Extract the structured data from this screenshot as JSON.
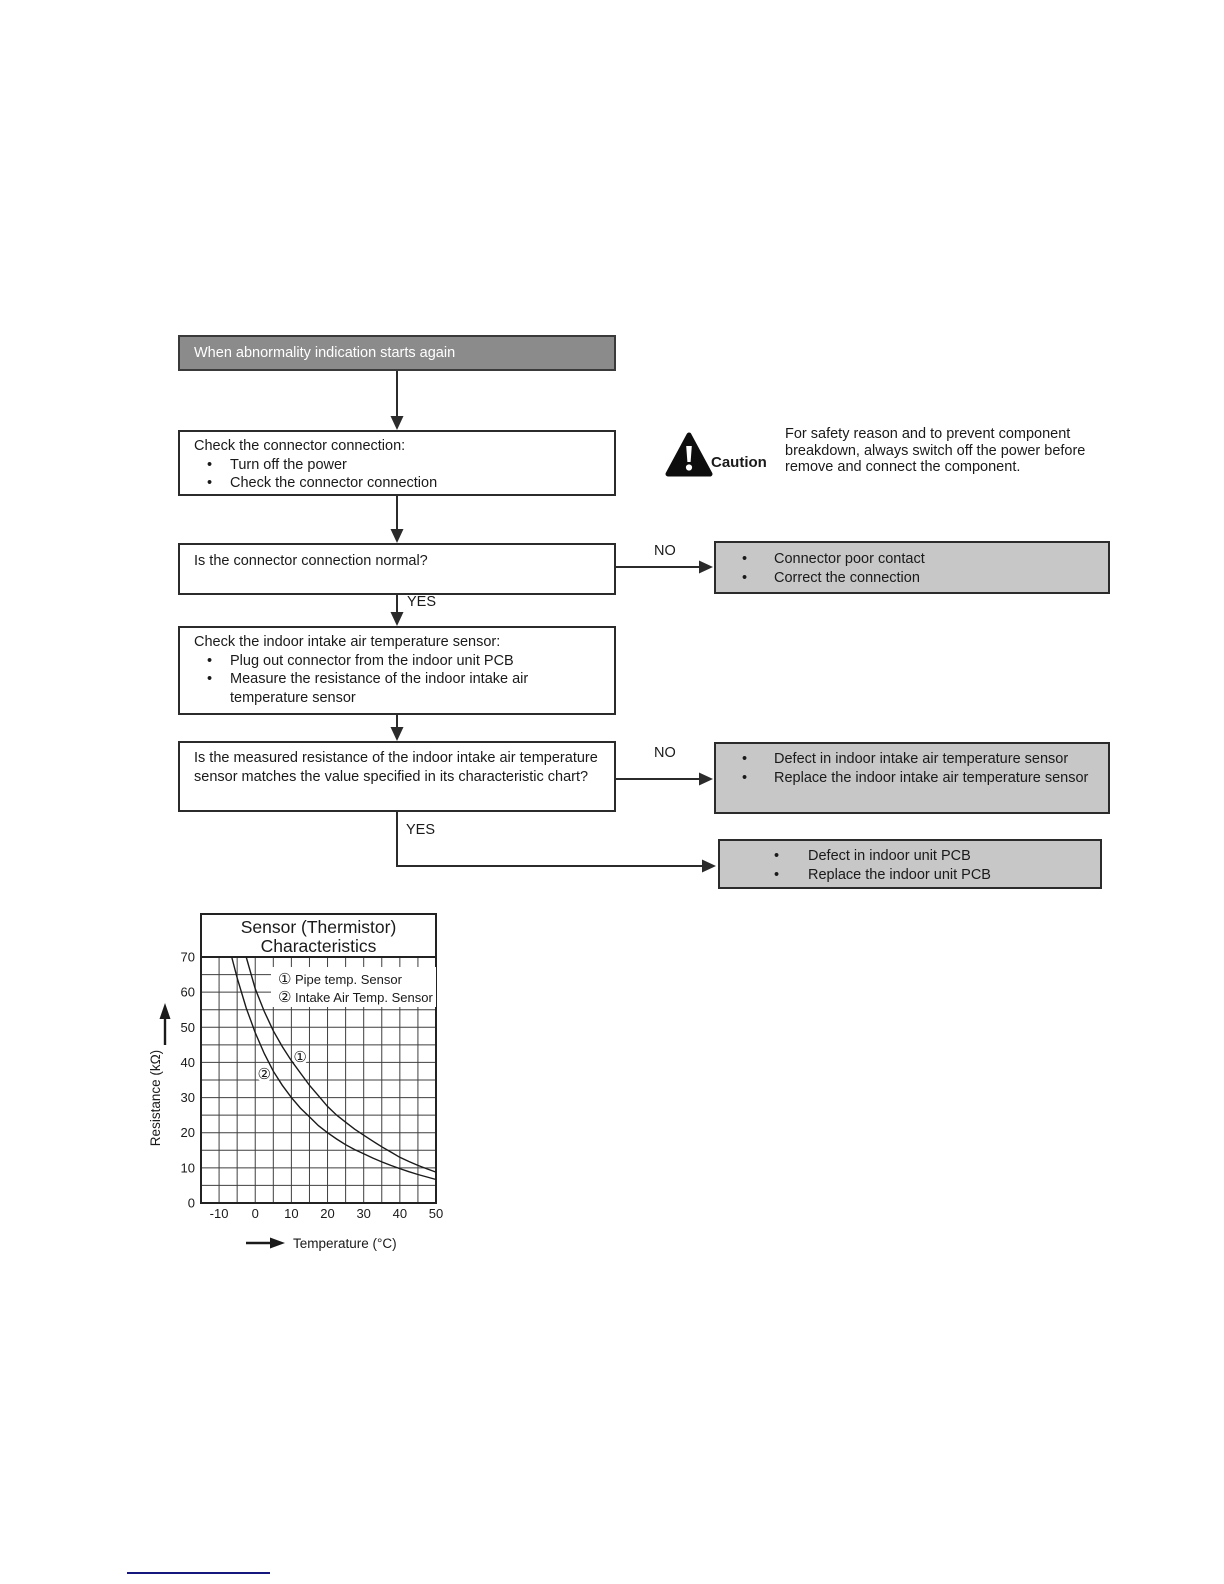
{
  "page": {
    "colors": {
      "header_fill": "#8b8b8b",
      "result_fill": "#c7c7c7",
      "box_border": "#2b2b2b",
      "line": "#2b2b2b",
      "bottom_rule": "#16167f"
    }
  },
  "flowchart": {
    "start": "When abnormality indication starts again",
    "step1": {
      "title": "Check the connector connection:",
      "bullets": [
        "Turn off the power",
        "Check the connector connection"
      ]
    },
    "caution": {
      "label": "Caution",
      "text": "For safety reason and to prevent component breakdown, always switch off the power before remove and connect the component."
    },
    "q1": {
      "text": "Is the connector connection normal?",
      "no": "NO",
      "yes": "YES"
    },
    "result1": {
      "bullets": [
        "Connector poor contact",
        "Correct the connection"
      ]
    },
    "step2": {
      "title": "Check the indoor intake air temperature sensor:",
      "bullets": [
        "Plug out connector from the indoor unit PCB",
        "Measure the resistance of the indoor intake air temperature sensor"
      ]
    },
    "q2": {
      "text": "Is the measured resistance of the indoor intake air temperature sensor matches the value specified in its characteristic chart?",
      "no": "NO",
      "yes": "YES"
    },
    "result2": {
      "bullets": [
        "Defect in indoor intake air temperature sensor",
        "Replace the indoor intake air temperature sensor"
      ]
    },
    "result3": {
      "bullets": [
        "Defect in indoor unit PCB",
        "Replace the indoor unit PCB"
      ]
    }
  },
  "chart_data": {
    "type": "line",
    "title_lines": [
      "Sensor (Thermistor)",
      "Characteristics"
    ],
    "xlabel": "Temperature (°C)",
    "ylabel": "Resistance (kΩ)",
    "xlim": [
      -15,
      50
    ],
    "ylim": [
      0,
      70
    ],
    "grid": true,
    "grid_step": 5,
    "x_ticks": [
      -10,
      0,
      10,
      20,
      30,
      40,
      50
    ],
    "y_ticks": [
      0,
      10,
      20,
      30,
      40,
      50,
      60,
      70
    ],
    "legend_position": "inside-top-right",
    "series": [
      {
        "name": "Pipe temp. Sensor",
        "marker": "①",
        "label_at": [
          12.4,
          41.5
        ],
        "points": [
          [
            -2.5,
            70
          ],
          [
            0,
            61
          ],
          [
            2.5,
            54.5
          ],
          [
            5,
            49
          ],
          [
            7.5,
            44.5
          ],
          [
            10,
            40.5
          ],
          [
            12.5,
            37
          ],
          [
            15,
            33.5
          ],
          [
            17.5,
            30.5
          ],
          [
            20,
            27.5
          ],
          [
            22.5,
            25
          ],
          [
            25,
            23
          ],
          [
            27.5,
            21
          ],
          [
            30,
            19.3
          ],
          [
            32.5,
            17.6
          ],
          [
            35,
            16
          ],
          [
            37.5,
            14.5
          ],
          [
            40,
            13
          ],
          [
            42.5,
            11.8
          ],
          [
            45,
            10.7
          ],
          [
            47.5,
            9.7
          ],
          [
            50,
            8.8
          ]
        ]
      },
      {
        "name": "Intake Air Temp. Sensor",
        "marker": "②",
        "label_at": [
          2.5,
          36.7
        ],
        "points": [
          [
            -6.5,
            70
          ],
          [
            -5,
            64
          ],
          [
            -2.5,
            55.5
          ],
          [
            0,
            48.5
          ],
          [
            2.5,
            42.5
          ],
          [
            5,
            37.5
          ],
          [
            7.5,
            33.5
          ],
          [
            10,
            30
          ],
          [
            12.5,
            27
          ],
          [
            15,
            24.5
          ],
          [
            17.5,
            22
          ],
          [
            20,
            20
          ],
          [
            22.5,
            18.2
          ],
          [
            25,
            16.6
          ],
          [
            27.5,
            15.2
          ],
          [
            30,
            14
          ],
          [
            32.5,
            12.8
          ],
          [
            35,
            11.7
          ],
          [
            37.5,
            10.7
          ],
          [
            40,
            9.8
          ],
          [
            42.5,
            8.9
          ],
          [
            45,
            8.1
          ],
          [
            47.5,
            7.4
          ],
          [
            50,
            6.7
          ]
        ]
      }
    ]
  }
}
